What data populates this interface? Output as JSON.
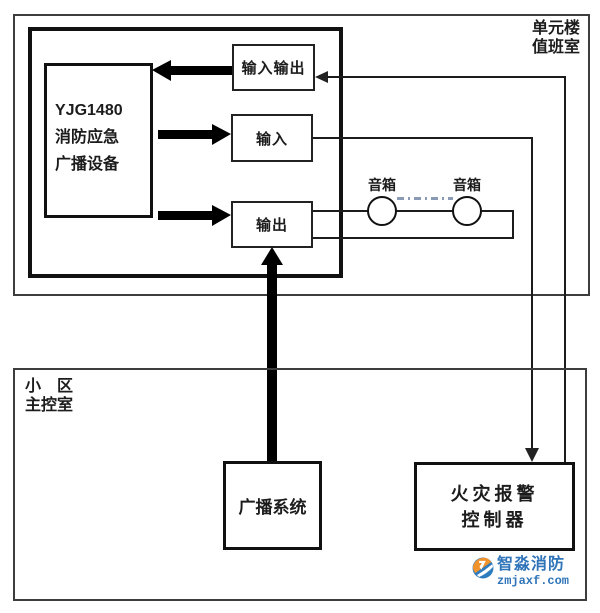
{
  "top_section": {
    "room_label": "单元楼\n值班室",
    "device_label": "YJG1480\n消防应急\n广播设备",
    "ports": {
      "io_label": "输入输出",
      "input_label": "输入",
      "output_label": "输出"
    },
    "speakers": {
      "speaker1_label": "音箱",
      "speaker2_label": "音箱"
    }
  },
  "bottom_section": {
    "room_label": "小　区\n主控室",
    "broadcast_system_label": "广播系统",
    "fire_alarm_controller_label": "火灾报警\n控制器"
  },
  "logo": {
    "name": "智淼消防",
    "url": "zmjaxf.com",
    "blue": "#2e7cbe",
    "orange": "#f0932d",
    "white": "#ffffff",
    "text_color": "#2f74b8"
  },
  "colors": {
    "line": "#1c1c1c",
    "thick_border": "#111111",
    "dashdot_wire": "#8a9ab5",
    "background": "#ffffff"
  }
}
